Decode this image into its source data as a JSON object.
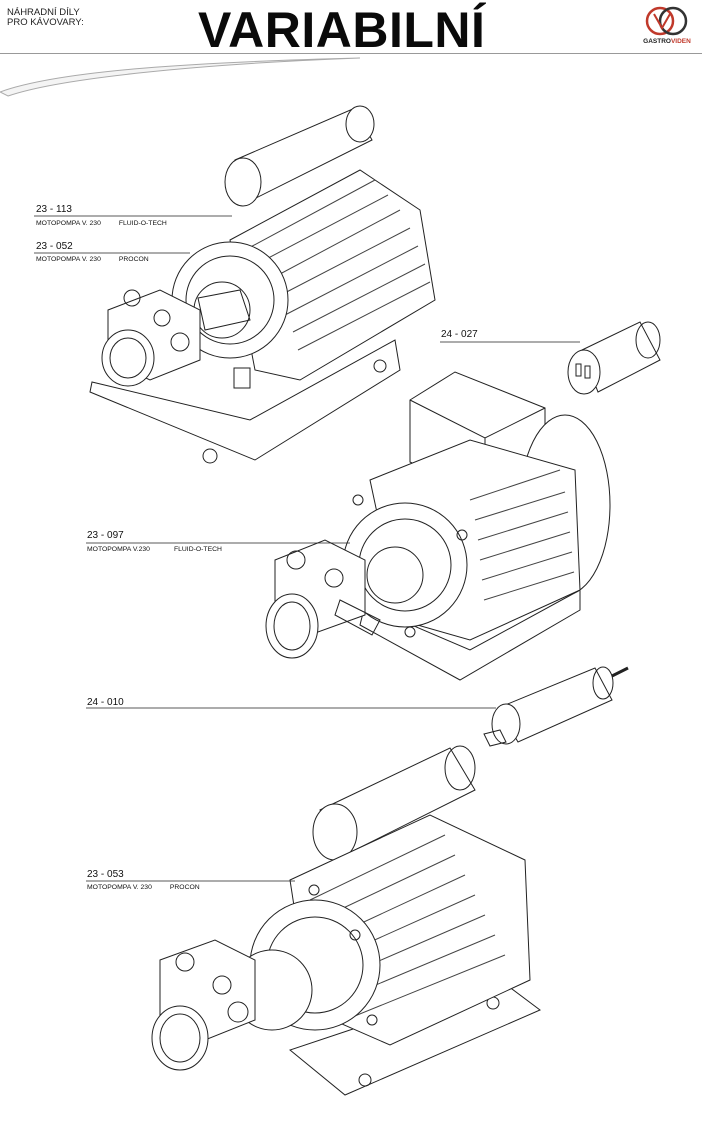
{
  "header": {
    "subtitle_line1": "NÁHRADNÍ DÍLY",
    "subtitle_line2": "PRO KÁVOVARY:",
    "title": "VARIABILNÍ",
    "logo_text_a": "GASTRO",
    "logo_text_b": "VIDEN"
  },
  "parts": [
    {
      "code": "23 - 113",
      "desc": "MOTOPOMPA V. 230",
      "maker": "FLUID-O-TECH"
    },
    {
      "code": "23 - 052",
      "desc": "MOTOPOMPA V. 230",
      "maker": "PROCON"
    },
    {
      "code": "24 - 027"
    },
    {
      "code": "23 - 097",
      "desc": "MOTOPOMPA V.230",
      "maker": "FLUID-O-TECH"
    },
    {
      "code": "24 - 010"
    },
    {
      "code": "23 - 053",
      "desc": "MOTOPOMPA V. 230",
      "maker": "PROCON"
    }
  ]
}
